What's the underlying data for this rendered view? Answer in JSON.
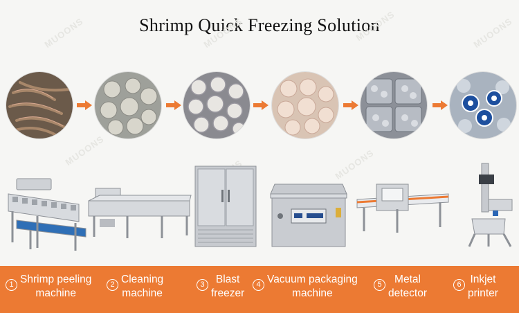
{
  "title": "Shrimp Quick Freezing Solution",
  "watermark": "MUOONS",
  "colors": {
    "accent": "#ec7a33",
    "arrow": "#ec7a33",
    "steel": "#c9ccd0"
  },
  "photos": [
    {
      "name": "raw-shrimp",
      "icon": "raw-shrimp-photo"
    },
    {
      "name": "peeled-shrimp",
      "icon": "peeled-shrimp-photo"
    },
    {
      "name": "cleaned-shrimp",
      "icon": "cleaned-shrimp-photo"
    },
    {
      "name": "frozen-shrimp",
      "icon": "frozen-shrimp-photo"
    },
    {
      "name": "packaged-shrimp",
      "icon": "packaged-shrimp-photo"
    },
    {
      "name": "labeled-shrimp",
      "icon": "labeled-shrimp-photo"
    }
  ],
  "steps": [
    {
      "num": "1",
      "line1": "Shrimp peeling",
      "line2": "machine"
    },
    {
      "num": "2",
      "line1": "Cleaning",
      "line2": "machine"
    },
    {
      "num": "3",
      "line1": "Blast",
      "line2": "freezer"
    },
    {
      "num": "4",
      "line1": "Vacuum packaging",
      "line2": "machine"
    },
    {
      "num": "5",
      "line1": "Metal",
      "line2": "detector"
    },
    {
      "num": "6",
      "line1": "Inkjet",
      "line2": "printer"
    }
  ]
}
